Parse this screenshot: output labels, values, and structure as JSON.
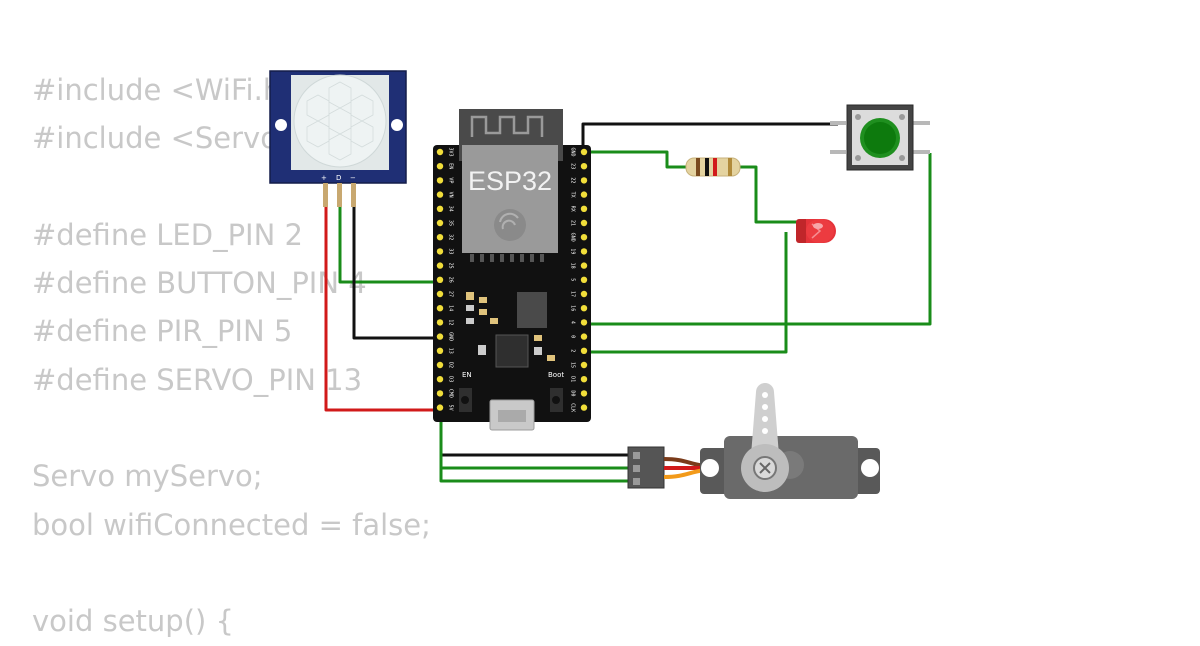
{
  "code_lines": [
    "#include <WiFi.h>",
    "#include <Servo.h>",
    "",
    "#define LED_PIN 2",
    "#define BUTTON_PIN 4",
    "#define PIR_PIN 5",
    "#define SERVO_PIN 13",
    "",
    "Servo myServo;",
    "bool wifiConnected = false;",
    "",
    "void setup() {"
  ],
  "esp32": {
    "title": "ESP32",
    "en_label": "EN",
    "boot_label": "Boot",
    "left_pins": [
      "3V3",
      "EN",
      "VP",
      "VN",
      "34",
      "35",
      "32",
      "33",
      "25",
      "26",
      "27",
      "14",
      "12",
      "GND",
      "13",
      "D2",
      "D3",
      "CMD",
      "5V"
    ],
    "right_pins": [
      "GND",
      "23",
      "22",
      "TX",
      "RX",
      "21",
      "GND",
      "19",
      "18",
      "5",
      "17",
      "16",
      "4",
      "0",
      "2",
      "15",
      "D1",
      "D0",
      "CLK"
    ]
  },
  "pir": {
    "pin_plus": "+",
    "pin_d": "D",
    "pin_minus": "−"
  },
  "colors": {
    "wire_green": "#1a8c1a",
    "wire_black": "#111111",
    "wire_red": "#d11a1a",
    "code_text": "#c8c8c8"
  }
}
